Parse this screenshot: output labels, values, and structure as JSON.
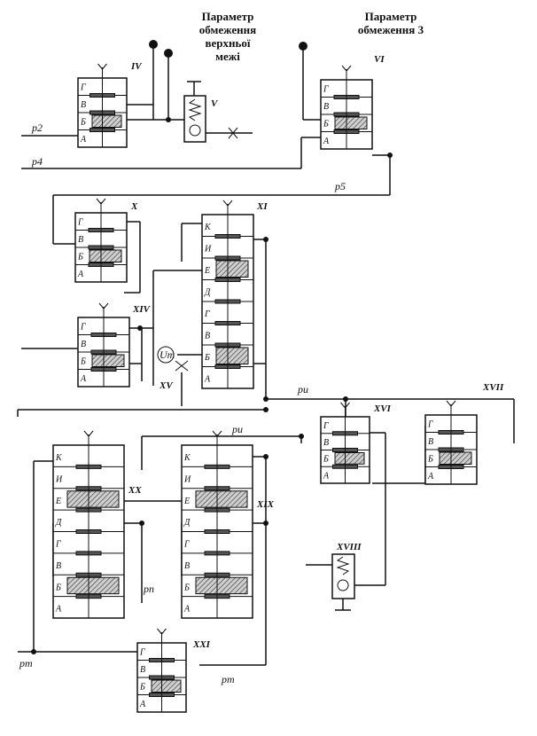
{
  "header": {
    "left_title": [
      "Параметр",
      "обмеження",
      "верхньої",
      "межі"
    ],
    "right_title": [
      "Параметр",
      "обмеження 3"
    ]
  },
  "units": [
    {
      "id": "IV",
      "chambers": [
        "Г",
        "В",
        "Б",
        "А"
      ]
    },
    {
      "id": "V",
      "chambers": []
    },
    {
      "id": "VI",
      "chambers": [
        "Г",
        "В",
        "Б",
        "А"
      ]
    },
    {
      "id": "X",
      "chambers": [
        "Г",
        "В",
        "Б",
        "А"
      ]
    },
    {
      "id": "XI",
      "chambers": [
        "К",
        "И",
        "Е",
        "Д",
        "Г",
        "В",
        "Б",
        "А"
      ]
    },
    {
      "id": "XIV",
      "chambers": [
        "Г",
        "В",
        "Б",
        "А"
      ]
    },
    {
      "id": "XV",
      "chambers": []
    },
    {
      "id": "XVI",
      "chambers": [
        "Г",
        "В",
        "Б",
        "А"
      ]
    },
    {
      "id": "XVII",
      "chambers": [
        "Г",
        "В",
        "Б",
        "А"
      ]
    },
    {
      "id": "XVIII",
      "chambers": []
    },
    {
      "id": "XX",
      "chambers": [
        "К",
        "И",
        "Е",
        "Д",
        "Г",
        "В",
        "Б",
        "А"
      ]
    },
    {
      "id": "XIX",
      "chambers": [
        "К",
        "И",
        "Е",
        "Д",
        "Г",
        "В",
        "Б",
        "А"
      ]
    },
    {
      "id": "XXI",
      "chambers": [
        "Г",
        "В",
        "Б",
        "А"
      ]
    }
  ],
  "pressure_labels": [
    "p2",
    "p4",
    "p5",
    "pи",
    "pи",
    "pп",
    "pт",
    "pт"
  ],
  "vt_label": "Uт"
}
